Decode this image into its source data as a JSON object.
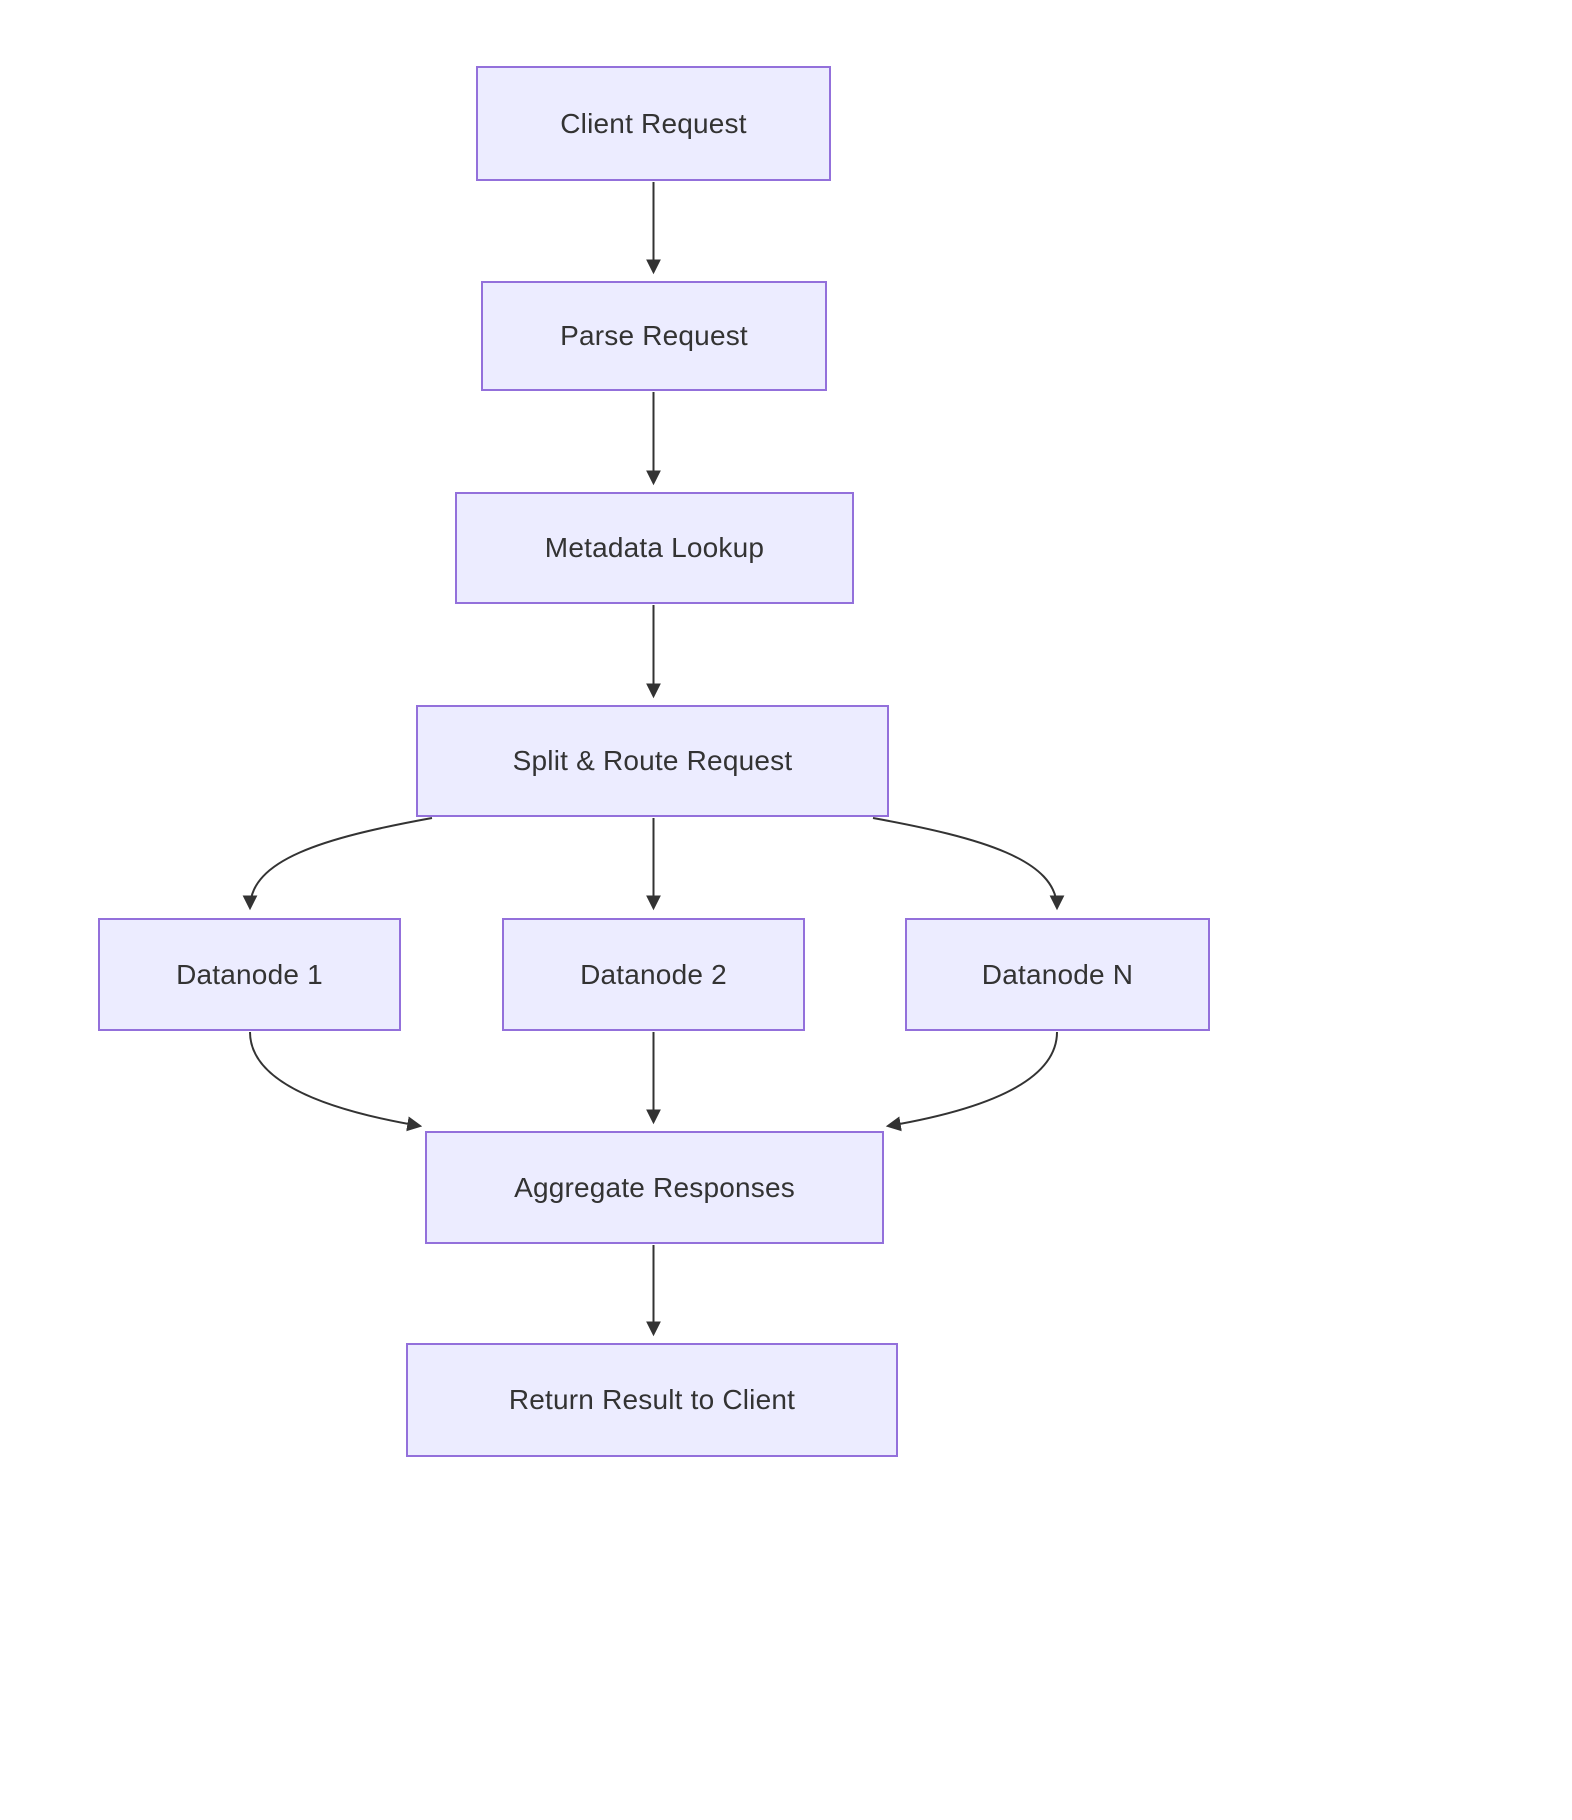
{
  "diagram": {
    "type": "flowchart",
    "direction": "top-down",
    "colors": {
      "node_fill": "#ECECFF",
      "node_border": "#9370DB",
      "text": "#333333",
      "arrow": "#333333",
      "background": "#FFFFFF"
    },
    "nodes": [
      {
        "id": "client_request",
        "label": "Client Request"
      },
      {
        "id": "parse_request",
        "label": "Parse Request"
      },
      {
        "id": "metadata_lookup",
        "label": "Metadata Lookup"
      },
      {
        "id": "split_route",
        "label": "Split & Route Request"
      },
      {
        "id": "datanode_1",
        "label": "Datanode 1"
      },
      {
        "id": "datanode_2",
        "label": "Datanode 2"
      },
      {
        "id": "datanode_n",
        "label": "Datanode N"
      },
      {
        "id": "aggregate",
        "label": "Aggregate Responses"
      },
      {
        "id": "return_result",
        "label": "Return Result to Client"
      }
    ],
    "edges": [
      {
        "from": "client_request",
        "to": "parse_request"
      },
      {
        "from": "parse_request",
        "to": "metadata_lookup"
      },
      {
        "from": "metadata_lookup",
        "to": "split_route"
      },
      {
        "from": "split_route",
        "to": "datanode_1"
      },
      {
        "from": "split_route",
        "to": "datanode_2"
      },
      {
        "from": "split_route",
        "to": "datanode_n"
      },
      {
        "from": "datanode_1",
        "to": "aggregate"
      },
      {
        "from": "datanode_2",
        "to": "aggregate"
      },
      {
        "from": "datanode_n",
        "to": "aggregate"
      },
      {
        "from": "aggregate",
        "to": "return_result"
      }
    ]
  }
}
